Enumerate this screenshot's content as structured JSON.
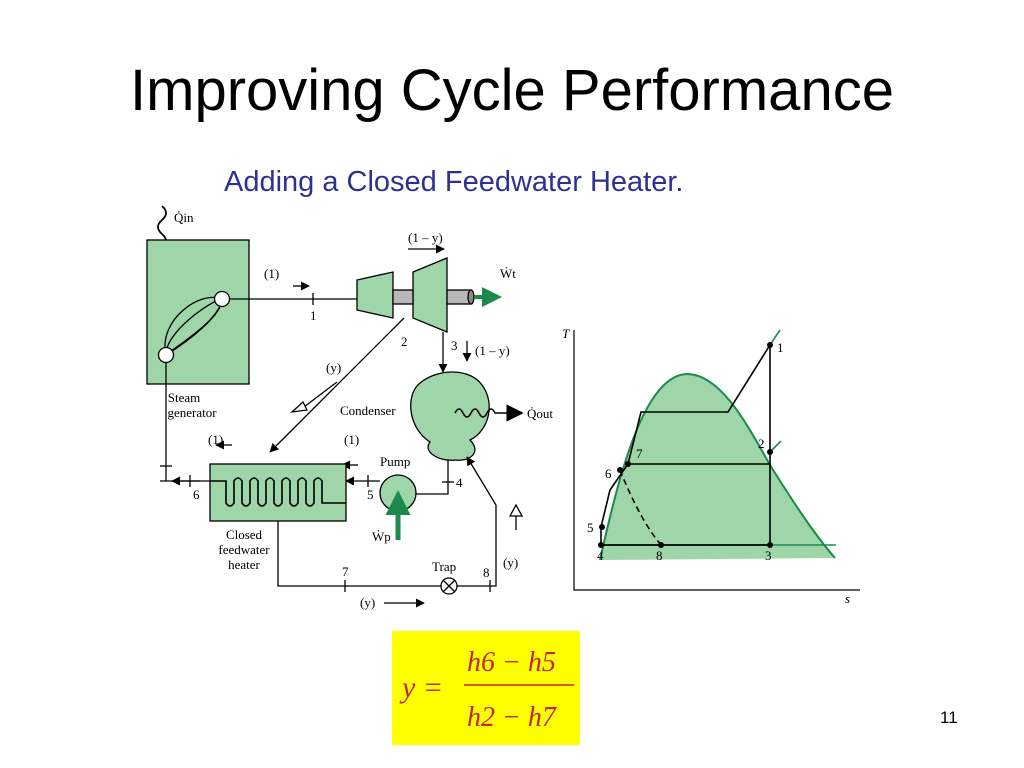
{
  "slide": {
    "title": "Improving Cycle Performance",
    "subtitle": "Adding a Closed Feedwater Heater.",
    "page_number": "11"
  },
  "schematic": {
    "q_in": "Q̇in",
    "steam_generator": [
      "Steam",
      "generator"
    ],
    "condenser": "Condenser",
    "q_out": "Q̇out",
    "w_t": "Ẇt",
    "pump": "Pump",
    "w_p": "Ẇp",
    "closed_feedwater_heater": [
      "Closed",
      "feedwater",
      "heater"
    ],
    "trap": "Trap",
    "flow_1": "(1)",
    "flow_1_minus_y": "(1 – y)",
    "flow_y": "(y)",
    "states": [
      "1",
      "2",
      "3",
      "4",
      "5",
      "6",
      "7",
      "8"
    ]
  },
  "ts_diagram": {
    "x_axis": "s",
    "y_axis": "T",
    "states": [
      "1",
      "2",
      "3",
      "4",
      "5",
      "6",
      "7",
      "8"
    ]
  },
  "equation": {
    "lhs": "y =",
    "numerator": "h6 − h5",
    "denominator": "h2 − h7"
  },
  "colors": {
    "equipment_fill": "#9fd6a9",
    "accent_arrow": "#1d8a4d",
    "subtitle": "#2e3192",
    "equation_bg": "#ffff00",
    "equation_text": "#c1272d"
  }
}
